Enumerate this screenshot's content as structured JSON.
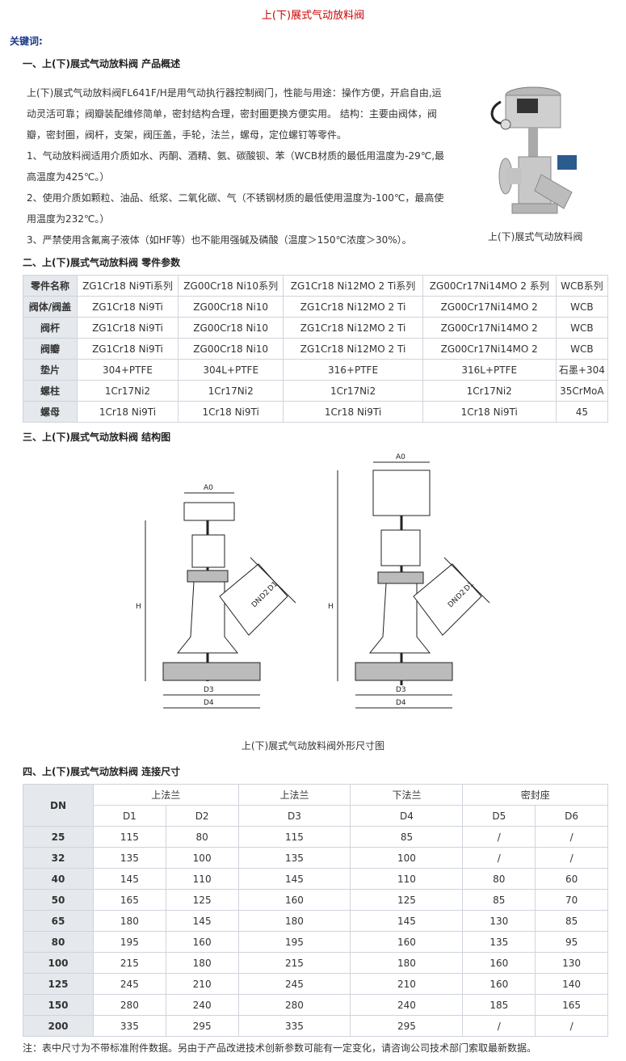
{
  "title": "上(下)展式气动放料阀",
  "keywords_label": "关键词:",
  "section1": {
    "heading": "一、上(下)展式气动放料阀 产品概述",
    "paragraphs": [
      "上(下)展式气动放料阀FL641F/H是用气动执行器控制阀门，性能与用途：操作方便，开启自由,运动灵活可靠；阀瓣装配维修简单，密封结构合理，密封圈更换方便实用。 结构：主要由阀体，阀瓣，密封圈，阀杆，支架，阀压盖，手轮，法兰，螺母，定位螺钉等零件。",
      "1、气动放料阀适用介质如水、丙酮、酒精、氨、碳酸钡、苯（WCB材质的最低用温度为-29℃,最高温度为425℃。）",
      "2、使用介质如颗粒、油品、纸浆、二氧化碳、气（不锈钢材质的最低使用温度为-100℃，最高使用温度为232℃。）",
      "3、严禁使用含氟离子液体（如HF等）也不能用强碱及磷酸（温度＞150℃浓度＞30%）。"
    ],
    "photo_caption": "上(下)展式气动放料阀"
  },
  "section2": {
    "heading": "二、上(下)展式气动放料阀 零件参数",
    "header": [
      "零件名称",
      "ZG1Cr18 Ni9Ti系列",
      "ZG00Cr18 Ni10系列",
      "ZG1Cr18 Ni12MO 2 Ti系列",
      "ZG00Cr17Ni14MO 2 系列",
      "WCB系列"
    ],
    "rows": [
      [
        "阀体/阀盖",
        "ZG1Cr18 Ni9Ti",
        "ZG00Cr18 Ni10",
        "ZG1Cr18 Ni12MO 2 Ti",
        "ZG00Cr17Ni14MO 2",
        "WCB"
      ],
      [
        "阀杆",
        "ZG1Cr18 Ni9Ti",
        "ZG00Cr18 Ni10",
        "ZG1Cr18 Ni12MO 2 Ti",
        "ZG00Cr17Ni14MO 2",
        "WCB"
      ],
      [
        "阀瓣",
        "ZG1Cr18 Ni9Ti",
        "ZG00Cr18 Ni10",
        "ZG1Cr18 Ni12MO 2 Ti",
        "ZG00Cr17Ni14MO 2",
        "WCB"
      ],
      [
        "垫片",
        "304+PTFE",
        "304L+PTFE",
        "316+PTFE",
        "316L+PTFE",
        "石墨+304"
      ],
      [
        "螺柱",
        "1Cr17Ni2",
        "1Cr17Ni2",
        "1Cr17Ni2",
        "1Cr17Ni2",
        "35CrMoA"
      ],
      [
        "螺母",
        "1Cr18 Ni9Ti",
        "1Cr18 Ni9Ti",
        "1Cr18 Ni9Ti",
        "1Cr18 Ni9Ti",
        "45"
      ]
    ]
  },
  "section3": {
    "heading": "三、上(下)展式气动放料阀 结构图",
    "labels": {
      "a0": "A0",
      "d1": "D1",
      "d2": "D2",
      "dn": "DN",
      "d3": "D3",
      "d4": "D4",
      "h": "H"
    },
    "caption": "上(下)展式气动放料阀外形尺寸图"
  },
  "section4": {
    "heading": "四、上(下)展式气动放料阀 连接尺寸",
    "group_headers": [
      "DN",
      "上法兰",
      "上法兰",
      "下法兰",
      "密封座"
    ],
    "sub_headers": [
      "D1",
      "D2",
      "D3",
      "D4",
      "D5",
      "D6"
    ],
    "rows": [
      [
        "25",
        "115",
        "80",
        "115",
        "85",
        "/",
        "/"
      ],
      [
        "32",
        "135",
        "100",
        "135",
        "100",
        "/",
        "/"
      ],
      [
        "40",
        "145",
        "110",
        "145",
        "110",
        "80",
        "60"
      ],
      [
        "50",
        "165",
        "125",
        "160",
        "125",
        "85",
        "70"
      ],
      [
        "65",
        "180",
        "145",
        "180",
        "145",
        "130",
        "85"
      ],
      [
        "80",
        "195",
        "160",
        "195",
        "160",
        "135",
        "95"
      ],
      [
        "100",
        "215",
        "180",
        "215",
        "180",
        "160",
        "130"
      ],
      [
        "125",
        "245",
        "210",
        "245",
        "210",
        "160",
        "140"
      ],
      [
        "150",
        "280",
        "240",
        "280",
        "240",
        "185",
        "165"
      ],
      [
        "200",
        "335",
        "295",
        "335",
        "295",
        "/",
        "/"
      ]
    ]
  },
  "note": "注：表中尺寸为不带标准附件数据。另由于产品改进技术创新参数可能有一定变化，请咨询公司技术部门索取最新数据。"
}
